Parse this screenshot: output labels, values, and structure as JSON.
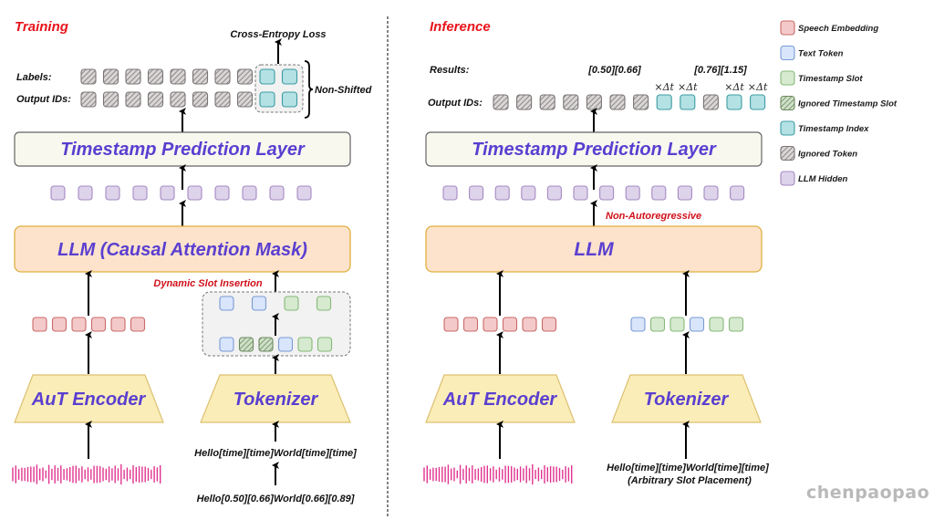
{
  "colors": {
    "speech": {
      "fill": "#f4c9c9",
      "stroke": "#c96a6a"
    },
    "text": {
      "fill": "#d8e5fb",
      "stroke": "#7a9ad4"
    },
    "slot": {
      "fill": "#d6ead0",
      "stroke": "#86b877"
    },
    "ignored_slot": {
      "fill": "#9bb58f",
      "stroke": "#6d8a60"
    },
    "index": {
      "fill": "#b3e1e4",
      "stroke": "#3e9ca3"
    },
    "ignored": {
      "fill": "#b0adad",
      "stroke": "#7a7373"
    },
    "hidden": {
      "fill": "#ddd3ea",
      "stroke": "#a589c2"
    },
    "waveform": "#e0338f",
    "accent_red": "#e8131b",
    "block_text": "#5a3fd0"
  },
  "training": {
    "title": "Training",
    "loss_label": "Cross-Entropy Loss",
    "labels_label": "Labels:",
    "output_ids_label": "Output IDs:",
    "non_shifted_label": "Non-Shifted",
    "labels_tokens": [
      "ignored",
      "ignored",
      "ignored",
      "ignored",
      "ignored",
      "ignored",
      "ignored",
      "ignored",
      "index",
      "index"
    ],
    "output_tokens": [
      "ignored",
      "ignored",
      "ignored",
      "ignored",
      "ignored",
      "ignored",
      "ignored",
      "ignored",
      "index",
      "index"
    ],
    "tpl_label": "Timestamp Prediction Layer",
    "hidden_tokens": [
      "hidden",
      "hidden",
      "hidden",
      "hidden",
      "hidden",
      "hidden",
      "hidden",
      "hidden",
      "hidden",
      "hidden"
    ],
    "llm_label": "LLM (Causal Attention Mask)",
    "dynamic_slot_label": "Dynamic Slot Insertion",
    "speech_tokens": [
      "speech",
      "speech",
      "speech",
      "speech",
      "speech",
      "speech"
    ],
    "slot_top_tokens": [
      "text",
      "text",
      "slot",
      "slot"
    ],
    "slot_bottom_tokens": [
      "text",
      "ignored_slot",
      "ignored_slot",
      "text",
      "slot",
      "slot"
    ],
    "encoder_label": "AuT Encoder",
    "tokenizer_label": "Tokenizer",
    "template_text": "Hello[time][time]World[time][time]",
    "source_text": "Hello[0.50][0.66]World[0.66][0.89]"
  },
  "inference": {
    "title": "Inference",
    "results_label": "Results:",
    "output_ids_label": "Output IDs:",
    "result_values": [
      "[0.50][0.66]",
      "[0.76][1.15]"
    ],
    "delta_label": "×Δt",
    "output_tokens": [
      "ignored",
      "ignored",
      "ignored",
      "ignored",
      "ignored",
      "ignored",
      "ignored",
      "index",
      "index",
      "ignored",
      "index",
      "index"
    ],
    "tpl_label": "Timestamp Prediction Layer",
    "hidden_tokens": [
      "hidden",
      "hidden",
      "hidden",
      "hidden",
      "hidden",
      "hidden",
      "hidden",
      "hidden",
      "hidden",
      "hidden",
      "hidden",
      "hidden"
    ],
    "non_ar_label": "Non-Autoregressive",
    "llm_label": "LLM",
    "speech_tokens": [
      "speech",
      "speech",
      "speech",
      "speech",
      "speech",
      "speech"
    ],
    "text_tokens": [
      "text",
      "slot",
      "slot",
      "text",
      "slot",
      "slot"
    ],
    "encoder_label": "AuT Encoder",
    "tokenizer_label": "Tokenizer",
    "template_text": "Hello[time][time]World[time][time]",
    "placement_note": "(Arbitrary Slot Placement)"
  },
  "legend": [
    {
      "kind": "speech",
      "label": "Speech Embedding"
    },
    {
      "kind": "text",
      "label": "Text Token"
    },
    {
      "kind": "slot",
      "label": "Timestamp Slot"
    },
    {
      "kind": "ignored_slot",
      "label": "Ignored Timestamp Slot"
    },
    {
      "kind": "index",
      "label": "Timestamp Index"
    },
    {
      "kind": "ignored",
      "label": "Ignored Token"
    },
    {
      "kind": "hidden",
      "label": "LLM Hidden"
    }
  ],
  "watermark": "chenpaopao"
}
